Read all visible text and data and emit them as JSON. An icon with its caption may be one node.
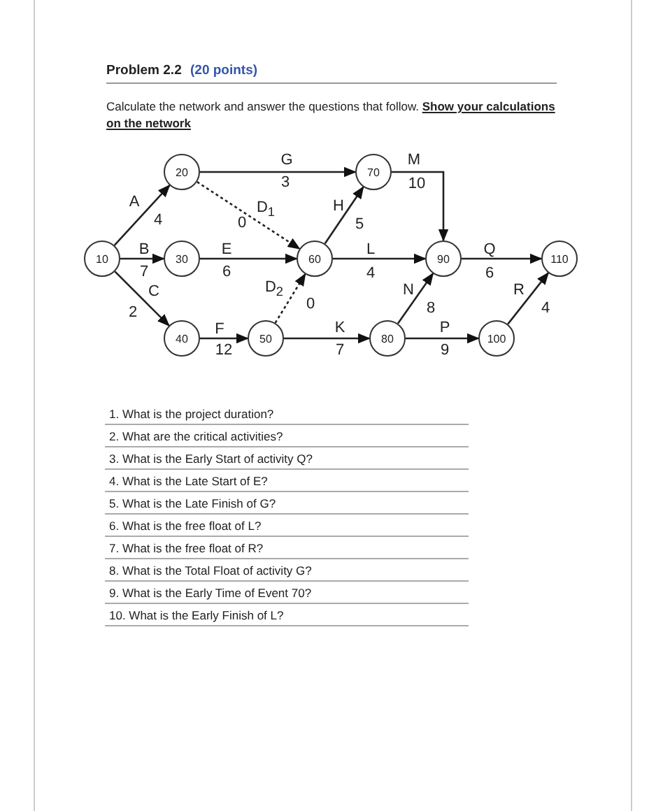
{
  "diagram": {
    "title": "Problem 2.2",
    "nodes": [
      {
        "text": [
          "10"
        ]
      },
      {
        "text": [
          "20"
        ]
      },
      {
        "text": [
          "30"
        ]
      },
      {
        "text": [
          "40"
        ]
      },
      {
        "text": [
          "50"
        ]
      },
      {
        "text": [
          "60"
        ]
      },
      {
        "text": [
          "70"
        ]
      },
      {
        "text": [
          "90"
        ]
      },
      {
        "text": [
          "80"
        ]
      },
      {
        "text": [
          "100"
        ]
      },
      {
        "text": [
          "110"
        ]
      }
    ],
    "edges": [
      {
        "from": 0,
        "to": 1,
        "arrow": "to",
        "label": "A"
      },
      {
        "from": 0,
        "to": 2,
        "arrow": "to",
        "label": "B"
      },
      {
        "from": 0,
        "to": 3,
        "arrow": "to",
        "label": "C"
      },
      {
        "from": 1,
        "to": 6,
        "arrow": "to",
        "label": "G"
      },
      {
        "from": 1,
        "to": 5,
        "arrow": "to",
        "label": "D$_{1}$",
        "style": "dashed"
      },
      {
        "from": 2,
        "to": 5,
        "arrow": "to",
        "label": "E"
      },
      {
        "from": 3,
        "to": 4,
        "arrow": "to",
        "label": "F"
      },
      {
        "from": 4,
        "to": 5,
        "arrow": "to",
        "label": "D$_{2}$",
        "style": "dashed"
      },
      {
        "from": 5,
        "to": 6,
        "arrow": "to",
        "label": "H"
      },
      {
        "from": 5,
        "to": 7,
        "arrow": "to",
        "label": "L"
      },
      {
        "from": 4,
        "to": 8,
        "arrow": "to",
        "label": "K"
      },
      {
        "from": 6,
        "to": 7,
        "arrow": "to",
        "label": "M"
      },
      {
        "from": 8,
        "to": 7,
        "arrow": "to",
        "label": "N"
      },
      {
        "from": 8,
        "to": 9,
        "arrow": "to",
        "label": "P"
      },
      {
        "from": 7,
        "to": 10,
        "arrow": "to",
        "label": "Q"
      },
      {
        "from": 9,
        "to": 10,
        "arrow": "to",
        "label": "R"
      }
    ],
    "labels": [
      "(20 points)",
      "Calculate the network and answer the questions that follow.",
      "Show your calculations on the network",
      "4",
      "7",
      "2",
      "3",
      "0",
      "6",
      "12",
      "0",
      "5",
      "4",
      "7",
      "10",
      "8",
      "9",
      "6",
      "4",
      "1. What is the project duration?",
      "2. What are the critical activities?",
      "3. What is the Early Start of activity Q?",
      "4. What is the Late Start of E?",
      "5. What is the Late Finish of G?",
      "6. What is the free float of L?",
      "7. What is the free float of R?",
      "8. What is the Total Float of activity G?",
      "9. What is the Early Time of Event 70?",
      "10. What is the Early Finish of L?"
    ]
  }
}
